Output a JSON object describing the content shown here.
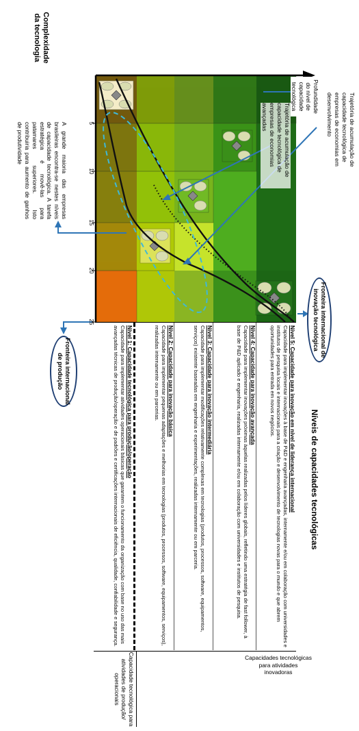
{
  "axis": {
    "y_label_line1": "Complexidade",
    "y_label_line2": "da tecnologia",
    "x_ticks": [
      "5",
      "10",
      "15",
      "20",
      "25"
    ]
  },
  "header": {
    "title": "Níveis de capacidades tecnológicas",
    "side_innov": "Capacidades tecnológicas para atividades inovadoras",
    "side_prod": "Capacidade tecnológica para atividades de produção/ operacionais"
  },
  "levels": [
    {
      "title": "Nível 5: Capacidade para inovação em nível de liderança internacional",
      "desc": "Capacidade para implementar inovações à base de P&D e engenharia avançadas, internamente e/ou em colaboração com universidades e institutos de pesquisa locais e internacionais para a criação e desenvolvimento de tecnologias novas para o mundo e que abrem oportunidades para entrada em novos negócios."
    },
    {
      "title": "Nível 4: Capacidade para inovação avançada",
      "desc": "Capacidade para implementar inovações próximas àquelas realizadas pelos líderes globais, refletindo uma estratégia de fast follower, à base de P&D aplicado e engenharia, realizadas internamente e/ou em colaboração com universidades e institutos de pesquisa."
    },
    {
      "title": "Nível 3: Capacidade para inovação intermediária",
      "desc": "Capacidade para implementar modificações relativamente complexas em tecnologias (produtos, processos, software, equipamentos, serviços) existente baseadas em engenharia e experimentações, realizadas internamente ou em parceria."
    },
    {
      "title": "Nível 2: Capacidade para inovação básica",
      "desc": "Capacidade para implementar pequenas adaptações e melhorias em tecnologias (produtos, processos, software, equipamentos, serviços), realizadas internamente ou em parcerias."
    },
    {
      "title": "Nível 1: Capacidade tecnológica para produção/operação",
      "desc": "Capacidade para implementar atividades operacionais básicas que garantem o funcionamento da organização com base no uso das mais avançadas técnicas de produção/operação e de padrões e certificações internacionais de eficiência, qualidade, confiabilidade e segurança."
    }
  ],
  "labels": {
    "frontier_innov": "Fronteira internacional de inovação tecnológica",
    "frontier_prod": "Fronteira internacional de produção",
    "depth": "Profundidade do nível de capacidade tecnológica",
    "traj_dev": "Trajetória de acumulação de capacidade tecnológica de empresas de economias em desenvolvimento",
    "traj_adv": "Trajetória de acumulação de capacidade tecnológica de empresas de economias avançadas",
    "note": "A grande maioria das empresas brasileiras encontra-se nestes níveis de capacidade tecnológica. A tarefa estratégica é movê-las para patamares superiores. Isto contribuiria para aumento de ganhos de produtividade"
  },
  "colors": {
    "level1": "#e46c0a",
    "level2": "#ffff00",
    "level3": "#c6e32b",
    "level4": "#4ead1f",
    "level5": "#1e6b16",
    "ellipse": "#3fb8d8",
    "arrow": "#2e75b6",
    "oval_border": "#1f3f73"
  }
}
